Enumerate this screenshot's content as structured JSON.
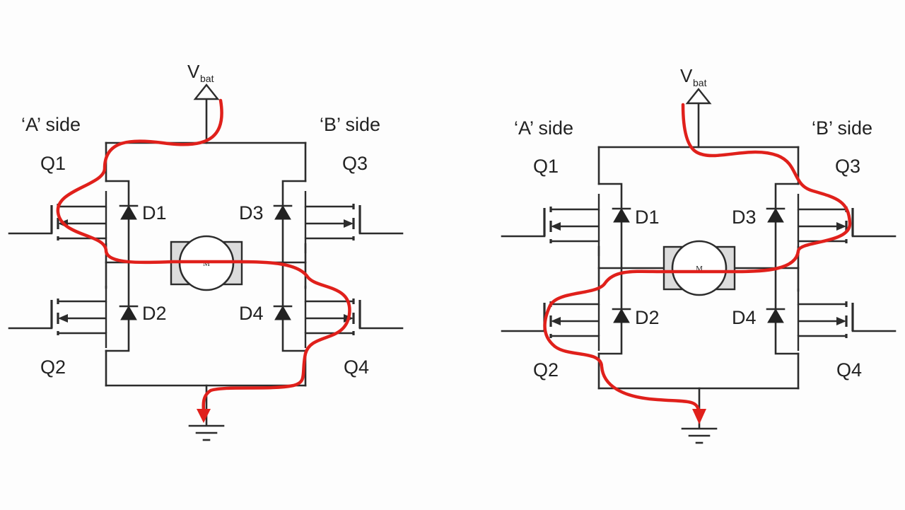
{
  "diagrams": [
    {
      "supply_label": "V",
      "supply_subscript": "bat",
      "side_a_label": "‘A’ side",
      "side_b_label": "‘B’ side",
      "transistors": [
        "Q1",
        "Q2",
        "Q3",
        "Q4"
      ],
      "diodes": [
        "D1",
        "D2",
        "D3",
        "D4"
      ],
      "motor_label": "M"
    },
    {
      "supply_label": "V",
      "supply_subscript": "bat",
      "side_a_label": "‘A’ side",
      "side_b_label": "‘B’ side",
      "transistors": [
        "Q1",
        "Q2",
        "Q3",
        "Q4"
      ],
      "diodes": [
        "D1",
        "D2",
        "D3",
        "D4"
      ],
      "motor_label": "M"
    }
  ],
  "colors": {
    "current_path": "#e0201b",
    "wire": "#2c2c2c",
    "background": "#fdfdfd"
  }
}
